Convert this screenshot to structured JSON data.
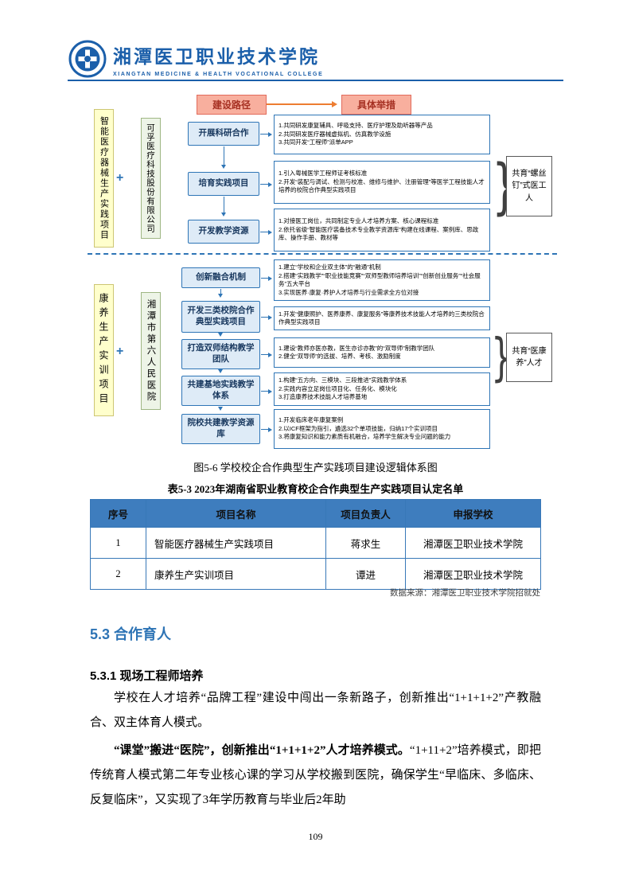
{
  "colors": {
    "brand_blue": "#1B5FAA",
    "flow_blue_border": "#2E75B6",
    "flow_blue_fill": "#DEEBF7",
    "label_salmon_fill": "#F8AF9E",
    "label_red_text": "#A63022",
    "arrow_orange": "#ED7D31",
    "project_yellow": "#FFFFCC",
    "partner_green": "#EDF4E7",
    "table_header_blue": "#3E7DBE"
  },
  "header": {
    "college_zh": "湘潭医卫职业技术学院",
    "college_en": "XIANGTAN MEDICINE & HEALTH VOCATIONAL COLLEGE"
  },
  "flowchart": {
    "path_label": "建设路径",
    "measure_label": "具体举措",
    "sections": [
      {
        "project": "智能医疗器械生产实践项目",
        "partner": "可孚医疗科技股份有限公司",
        "plus": "+",
        "goal": "共育“螺丝钉”式医工人",
        "steps": [
          {
            "label": "开展科研合作",
            "detail": "1.共同研发康复辅具、呼吸支持、医疗护理及助听器等产品\n2.共同研发医疗器械虚拟机、仿真教学设施\n3.共同开发“工程师”派单APP"
          },
          {
            "label": "培育实践项目",
            "detail": "1.引入粤械医学工程师证考核标准\n2.开发“装配与调试、检测与校准、维修与维护、注册管理”等医学工程技能人才培养的校院合作典型实践项目"
          },
          {
            "label": "开发教学资源",
            "detail": "1.对接医工岗位，共同制定专业人才培养方案、核心课程标准\n2.依托省级“智能医疗装备技术专业教学资源库”构建在线课程、案例库、思政库、操作手册、教材等"
          }
        ]
      },
      {
        "project": "康养生产实训项目",
        "partner": "湘潭市第六人民医院",
        "plus": "+",
        "goal": "共育“医康养”人才",
        "steps": [
          {
            "label": "创新融合机制",
            "detail": "1.建立“学校和企业双主体”的“融通”机制\n2.搭建“实践教学”“职业技能竞赛”“双师型教师培养培训”“创新创业服务”“社会服务”五大平台\n3.实现医养·康复·养护人才培养与行业需求全方位对接"
          },
          {
            "label": "开发三类校院合作典型实践项目",
            "detail": "1.开发“健康照护、医养康养、康复服务”等康养技术技能人才培养的三类校院合作典型实践项目"
          },
          {
            "label": "打造双师结构教学团队",
            "detail": "1.建设“教师亦医亦教，医生亦诊亦教”的“双导师”制教学团队\n2.健全“双导师”的选拔、培养、考核、激励制度"
          },
          {
            "label": "共建基地实践教学体系",
            "detail": "1.构建“五方向、三模块、三段推进”实践教学体系\n2.实践内容立足岗位项目化、任务化、模块化\n3.打造康养技术技能人才培养基地"
          },
          {
            "label": "院校共建教学资源库",
            "detail": "1.开发临床老年康复案例\n2.以ICF框架为指引，遴选32个单项技能，归纳17个实训项目\n3.将康复知识和能力素质有机融合，培养学生解决专业问题的能力"
          }
        ]
      }
    ]
  },
  "figure_caption": "图5-6 学校校企合作典型生产实践项目建设逻辑体系图",
  "table": {
    "title": "表5-3 2023年湖南省职业教育校企合作典型生产实践项目认定名单",
    "headers": [
      "序号",
      "项目名称",
      "项目负责人",
      "申报学校"
    ],
    "rows": [
      [
        "1",
        "智能医疗器械生产实践项目",
        "蒋求生",
        "湘潭医卫职业技术学院"
      ],
      [
        "2",
        "康养生产实训项目",
        "谭进",
        "湘潭医卫职业技术学院"
      ]
    ],
    "source": "数据来源：湘潭医卫职业技术学院招就处"
  },
  "body": {
    "heading2": "5.3 合作育人",
    "heading3": "5.3.1 现场工程师培养",
    "para1": "学校在人才培养“品牌工程”建设中闯出一条新路子，创新推出“1+1+1+2”产教融合、双主体育人模式。",
    "para2_bold": "“课堂”搬进“医院”，创新推出“1+1+1+2”人才培养模式。",
    "para2_rest": "“1+11+2”培养模式，即把传统育人模式第二年专业核心课的学习从学校搬到医院，确保学生“早临床、多临床、反复临床”，又实现了3年学历教育与毕业后2年助"
  },
  "page_number": "109"
}
